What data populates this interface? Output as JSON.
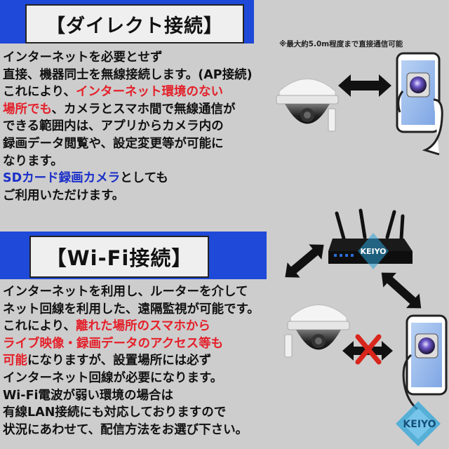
{
  "section1": {
    "title": "【ダイレクト接続】",
    "note": "※最大約5.0m程度まで直接通信可能",
    "lines": [
      [
        {
          "t": "インターネットを必要とせず",
          "c": ""
        }
      ],
      [
        {
          "t": "直接、機器同士を無線接続します。(AP接続)",
          "c": ""
        }
      ],
      [
        {
          "t": "これにより、",
          "c": ""
        },
        {
          "t": "インターネット環境のない",
          "c": "red"
        }
      ],
      [
        {
          "t": "場所でも",
          "c": "red"
        },
        {
          "t": "、カメラとスマホ間で無線通信が",
          "c": ""
        }
      ],
      [
        {
          "t": "できる範囲内は、アプリからカメラ内の",
          "c": ""
        }
      ],
      [
        {
          "t": "録画データ閲覧や、設定変更等が可能に",
          "c": ""
        }
      ],
      [
        {
          "t": "なります。",
          "c": ""
        }
      ],
      [
        {
          "t": "SDカード録画カメラ",
          "c": "blue"
        },
        {
          "t": "としても",
          "c": ""
        }
      ],
      [
        {
          "t": "ご利用いただけます。",
          "c": ""
        }
      ]
    ]
  },
  "section2": {
    "title": "【Wi-Fi接続】",
    "lines": [
      [
        {
          "t": "インターネットを利用し、ルーターを介して",
          "c": ""
        }
      ],
      [
        {
          "t": "ネット回線を利用した、遠隔監視が可能です。",
          "c": ""
        }
      ],
      [
        {
          "t": "これにより、",
          "c": ""
        },
        {
          "t": "離れた場所のスマホから",
          "c": "red"
        }
      ],
      [
        {
          "t": "ライブ映像・録画データのアクセス等も",
          "c": "red"
        }
      ],
      [
        {
          "t": "可能",
          "c": "red"
        },
        {
          "t": "になりますが、設置場所には必ず",
          "c": ""
        }
      ],
      [
        {
          "t": "インターネット回線が必要になります。",
          "c": ""
        }
      ],
      [
        {
          "t": "Wi-Fi電波が弱い環境の場合は",
          "c": ""
        }
      ],
      [
        {
          "t": "有線LAN接続にも対応しておりますので",
          "c": ""
        }
      ],
      [
        {
          "t": "状況にあわせて、配信方法をお選び下さい。",
          "c": ""
        }
      ]
    ]
  },
  "router_logo": "KEIYO",
  "brand_logo": "KEIYO",
  "colors": {
    "accent": "#1f49d8",
    "red": "#e4202a",
    "blue": "#1a2ec8",
    "cross": "#d9261c"
  },
  "icons": [
    "camera-icon",
    "smartphone-icon",
    "router-icon",
    "double-arrow-icon",
    "cross-mark-icon"
  ]
}
